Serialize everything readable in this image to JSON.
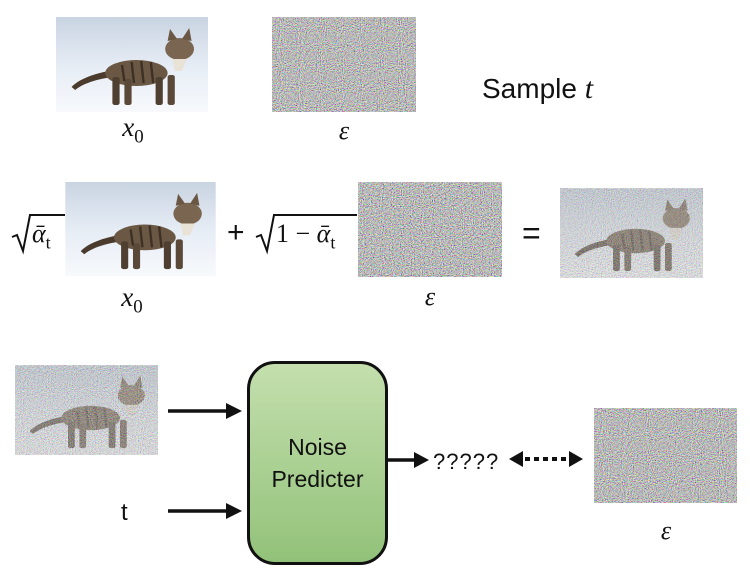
{
  "row1": {
    "x0_label_var": "x",
    "x0_label_sub": "0",
    "eps_label": "ε",
    "sample_text": "Sample",
    "sample_var": "t"
  },
  "row2": {
    "coef1_var": "ᾱ",
    "coef1_sub": "t",
    "plus": "+",
    "coef2_one": "1 − ",
    "coef2_var": "ᾱ",
    "coef2_sub": "t",
    "equals": "=",
    "x0_label_var": "x",
    "x0_label_sub": "0",
    "eps_label": "ε"
  },
  "row3": {
    "predictor_line1": "Noise",
    "predictor_line2": "Predicter",
    "output": "?????",
    "t_input": "t",
    "eps_label": "ε"
  },
  "colors": {
    "box_fill_top": "#c4dfad",
    "box_fill_bottom": "#92c27a",
    "arrow": "#111111"
  }
}
